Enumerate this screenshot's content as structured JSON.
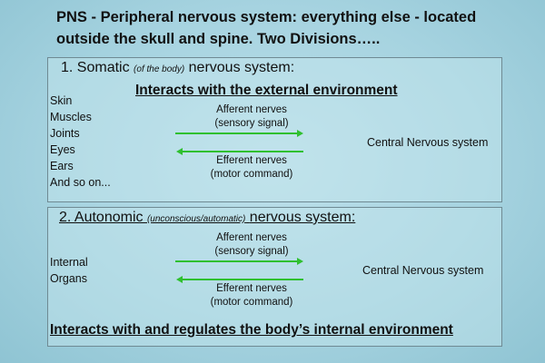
{
  "title": "PNS - Peripheral nervous system: everything else - located outside the skull and spine. Two Divisions…..",
  "somatic": {
    "heading_main": "1. Somatic",
    "heading_small": "(of the body)",
    "heading_rest": "nervous system:",
    "subheading": "Interacts with the external environment",
    "items": [
      "Skin",
      "Muscles",
      "Joints",
      "Eyes",
      "Ears",
      "And so on..."
    ],
    "afferent_line1": "Afferent nerves",
    "afferent_line2": "(sensory signal)",
    "efferent_line1": "Efferent nerves",
    "efferent_line2": "(motor command)",
    "target": "Central Nervous system"
  },
  "autonomic": {
    "heading_main": "2. Autonomic",
    "heading_small": "(unconscious/automatic)",
    "heading_rest": "nervous system:",
    "items": [
      "Internal",
      "Organs"
    ],
    "afferent_line1": "Afferent nerves",
    "afferent_line2": "(sensory signal)",
    "efferent_line1": "Efferent nerves",
    "efferent_line2": "(motor command)",
    "target": "Central Nervous system",
    "footer": "Interacts with and regulates the body’s internal environment"
  },
  "colors": {
    "arrow": "#2fc02f",
    "background": "#a6d3e0",
    "text": "#111111"
  },
  "icons": [
    "arrow-right-icon",
    "arrow-left-icon"
  ]
}
